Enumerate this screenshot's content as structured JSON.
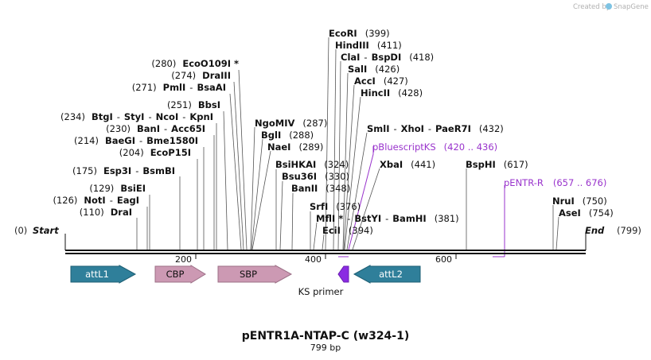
{
  "credit": {
    "created_by": "Created by",
    "brand": "SnapGene"
  },
  "map": {
    "start_label": "Start",
    "start_pos": "(0)",
    "end_label": "End",
    "end_pos": "(799)",
    "ticks": [
      "200",
      "400",
      "600"
    ],
    "title": "pENTR1A-NTAP-C (w324-1)",
    "length": "799 bp"
  },
  "sites": [
    {
      "pos": "(110)",
      "name": "DraI"
    },
    {
      "pos": "(126)",
      "name": "NotI",
      "sep": "-",
      "name2": "EagI"
    },
    {
      "pos": "(129)",
      "name": "BsiEI"
    },
    {
      "pos": "(175)",
      "name": "Esp3I",
      "sep": "-",
      "name2": "BsmBI"
    },
    {
      "pos": "(204)",
      "name": "EcoP15I"
    },
    {
      "pos": "(214)",
      "name": "BaeGI",
      "sep": "-",
      "name2": "Bme1580I"
    },
    {
      "pos": "(230)",
      "name": "BanI",
      "sep": "-",
      "name2": "Acc65I"
    },
    {
      "pos": "(234)",
      "name": "BtgI",
      "sep": "-",
      "name2": "StyI",
      "sep2": "-",
      "name3": "NcoI",
      "sep3": "-",
      "name4": "KpnI"
    },
    {
      "pos": "(251)",
      "name": "BbsI"
    },
    {
      "pos": "(271)",
      "name": "PmlI",
      "sep": "-",
      "name2": "BsaAI"
    },
    {
      "pos": "(274)",
      "name": "DraIII"
    },
    {
      "pos": "(280)",
      "name": "EcoO109I *"
    },
    {
      "name": "NgoMIV",
      "pos": "(287)"
    },
    {
      "name": "BglI",
      "pos": "(288)"
    },
    {
      "name": "NaeI",
      "pos": "(289)"
    },
    {
      "name": "BsiHKAI",
      "pos": "(324)"
    },
    {
      "name": "Bsu36I",
      "pos": "(330)"
    },
    {
      "name": "BanII",
      "pos": "(348)"
    },
    {
      "name": "SrfI",
      "pos": "(376)"
    },
    {
      "name": "MflI *",
      "sep": "-",
      "name2": "BstYI",
      "sep2": "-",
      "name3": "BamHI",
      "pos": "(381)"
    },
    {
      "name": "EciI",
      "pos": "(394)"
    },
    {
      "name": "EcoRI",
      "pos": "(399)"
    },
    {
      "name": "HindIII",
      "pos": "(411)"
    },
    {
      "name": "ClaI",
      "sep": "-",
      "name2": "BspDI",
      "pos": "(418)"
    },
    {
      "name": "SalI",
      "pos": "(426)"
    },
    {
      "name": "AccI",
      "pos": "(427)"
    },
    {
      "name": "HincII",
      "pos": "(428)"
    },
    {
      "name": "SmlI",
      "sep": "-",
      "name2": "XhoI",
      "sep2": "-",
      "name3": "PaeR7I",
      "pos": "(432)"
    },
    {
      "name": "XbaI",
      "pos": "(441)"
    },
    {
      "name": "BspHI",
      "pos": "(617)"
    },
    {
      "name": "NruI",
      "pos": "(750)"
    },
    {
      "name": "AseI",
      "pos": "(754)"
    }
  ],
  "primers": [
    {
      "name": "pBluescriptKS",
      "range": "(420 .. 436)"
    },
    {
      "name": "pENTR-R",
      "range": "(657 .. 676)"
    }
  ],
  "features": [
    {
      "name": "attL1",
      "color": "#2f7f9a"
    },
    {
      "name": "CBP",
      "color": "#cc99b3"
    },
    {
      "name": "SBP",
      "color": "#cc99b3"
    },
    {
      "name": "KS primer",
      "color": "#8a2be2"
    },
    {
      "name": "attL2",
      "color": "#2f7f9a"
    }
  ]
}
